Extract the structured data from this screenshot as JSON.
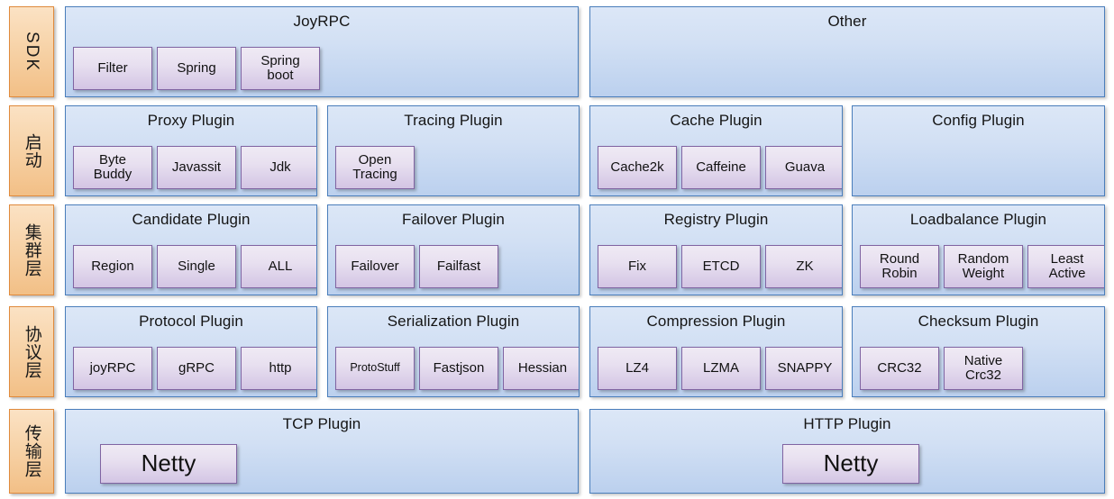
{
  "colors": {
    "panel_border": "#4A7EBB",
    "panel_fill_top": "#DCE7F7",
    "panel_fill_bottom": "#BBD0EE",
    "chip_border": "#8064A2",
    "chip_fill_top": "#EFEAF4",
    "chip_fill_bottom": "#D3C5E4",
    "layer_border": "#E08A3C",
    "layer_fill_top": "#FBE2C4",
    "layer_fill_bottom": "#F2BF86",
    "background": "#FFFFFF"
  },
  "layers": [
    {
      "id": "sdk",
      "label": "SDK",
      "orientation": "latin-vertical"
    },
    {
      "id": "startup",
      "label": "启动",
      "orientation": "cjk-vertical"
    },
    {
      "id": "cluster",
      "label": "集群层",
      "orientation": "cjk-vertical"
    },
    {
      "id": "protocol",
      "label": "协议层",
      "orientation": "cjk-vertical"
    },
    {
      "id": "transport",
      "label": "传输层",
      "orientation": "cjk-vertical"
    }
  ],
  "rows": [
    {
      "layer": "SDK",
      "panels": [
        {
          "title": "JoyRPC",
          "chips": [
            "Filter",
            "Spring",
            "Spring\nboot"
          ]
        },
        {
          "title": "Other",
          "chips": []
        }
      ]
    },
    {
      "layer": "启动",
      "panels": [
        {
          "title": "Proxy Plugin",
          "chips": [
            "Byte\nBuddy",
            "Javassit",
            "Jdk"
          ]
        },
        {
          "title": "Tracing Plugin",
          "chips": [
            "Open\nTracing"
          ]
        },
        {
          "title": "Cache Plugin",
          "chips": [
            "Cache2k",
            "Caffeine",
            "Guava"
          ]
        },
        {
          "title": "Config Plugin",
          "chips": []
        }
      ]
    },
    {
      "layer": "集群层",
      "panels": [
        {
          "title": "Candidate Plugin",
          "chips": [
            "Region",
            "Single",
            "ALL"
          ]
        },
        {
          "title": "Failover Plugin",
          "chips": [
            "Failover",
            "Failfast"
          ]
        },
        {
          "title": "Registry Plugin",
          "chips": [
            "Fix",
            "ETCD",
            "ZK"
          ]
        },
        {
          "title": "Loadbalance Plugin",
          "chips": [
            "Round\nRobin",
            "Random\nWeight",
            "Least\nActive"
          ]
        }
      ]
    },
    {
      "layer": "协议层",
      "panels": [
        {
          "title": "Protocol Plugin",
          "chips": [
            "joyRPC",
            "gRPC",
            "http"
          ]
        },
        {
          "title": "Serialization Plugin",
          "chips": [
            "ProtoStuff",
            "Fastjson",
            "Hessian"
          ]
        },
        {
          "title": "Compression Plugin",
          "chips": [
            "LZ4",
            "LZMA",
            "SNAPPY"
          ]
        },
        {
          "title": "Checksum Plugin",
          "chips": [
            "CRC32",
            "Native\nCrc32"
          ]
        }
      ]
    },
    {
      "layer": "传输层",
      "panels": [
        {
          "title": "TCP Plugin",
          "chips": [
            "Netty"
          ]
        },
        {
          "title": "HTTP Plugin",
          "chips": [
            "Netty"
          ]
        }
      ]
    }
  ]
}
